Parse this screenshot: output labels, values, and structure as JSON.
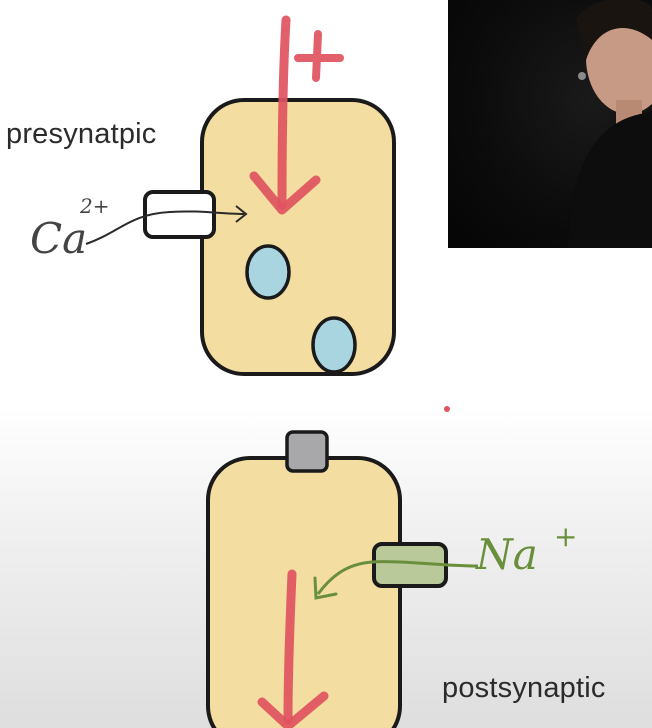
{
  "labels": {
    "presynaptic": "presynatpic",
    "postsynaptic": "postsynaptic"
  },
  "ions": {
    "calcium": {
      "symbol": "Ca",
      "charge": "2+"
    },
    "sodium": {
      "symbol": "Na",
      "charge": "+"
    }
  },
  "colors": {
    "cell_fill": "#f3dda0",
    "cell_stroke": "#1a1a1a",
    "vesicle_fill": "#a9d5e0",
    "arrow_red": "#e0525e",
    "arrow_green": "#6a8f3c",
    "channel_green": "#b9c99a",
    "receptor_gray": "#a8a8aa"
  }
}
